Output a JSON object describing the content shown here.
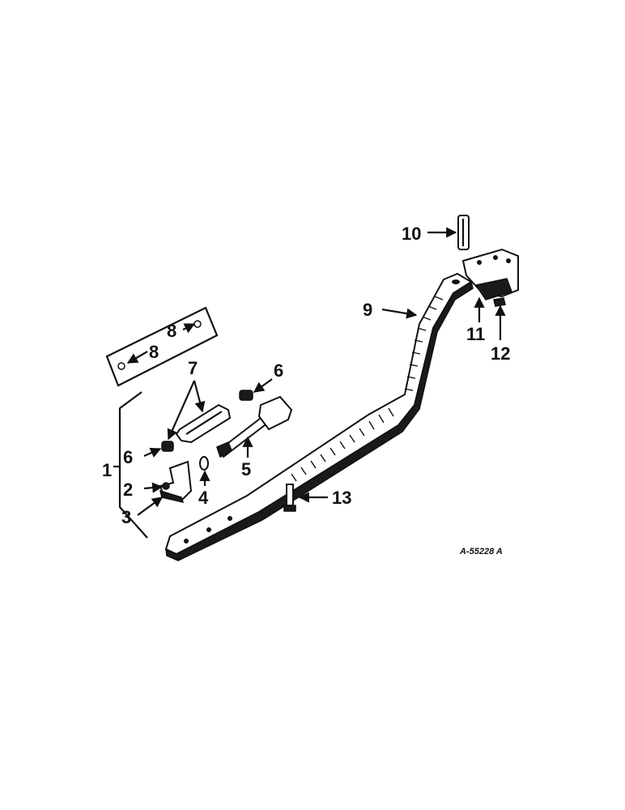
{
  "figure": {
    "reference_number": "A-55228 A",
    "callouts": {
      "c1": "1",
      "c2": "2",
      "c3": "3",
      "c4": "4",
      "c5": "5",
      "c6a": "6",
      "c6b": "6",
      "c7": "7",
      "c8a": "8",
      "c8b": "8",
      "c9": "9",
      "c10": "10",
      "c11": "11",
      "c12": "12",
      "c13": "13"
    }
  }
}
